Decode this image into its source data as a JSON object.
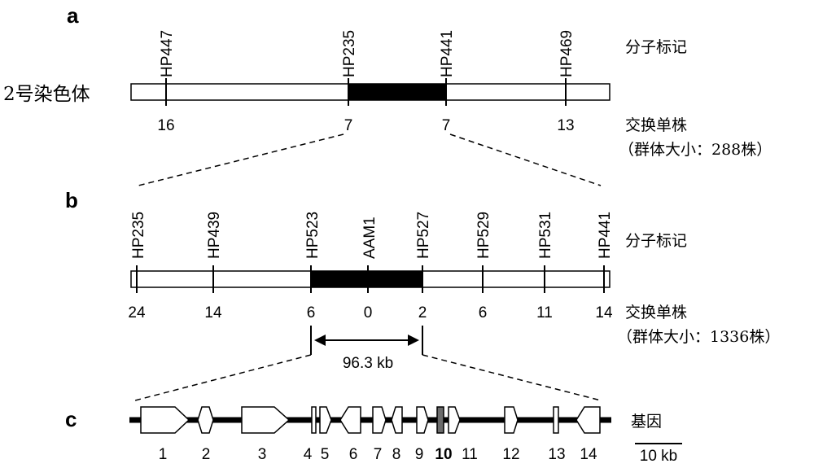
{
  "panel_a": {
    "letter": "a",
    "chromosome_label": "2号染色体",
    "row_marker_label": "分子标记",
    "row_crossover_label": "交换单株",
    "population_label": "（群体大小：288株）",
    "markers": [
      "HP447",
      "HP235",
      "HP441",
      "HP469"
    ],
    "crossovers": [
      "16",
      "7",
      "7",
      "13"
    ]
  },
  "panel_b": {
    "letter": "b",
    "row_marker_label": "分子标记",
    "row_crossover_label": "交换单株",
    "population_label": "（群体大小：1336株）",
    "markers": [
      "HP235",
      "HP439",
      "HP523",
      "AAM1",
      "HP527",
      "HP529",
      "HP531",
      "HP441"
    ],
    "crossovers": [
      "24",
      "14",
      "6",
      "0",
      "2",
      "6",
      "11",
      "14"
    ],
    "interval_label": "96.3 kb"
  },
  "panel_c": {
    "letter": "c",
    "row_label": "基因",
    "gene_numbers": [
      "1",
      "2",
      "3",
      "4",
      "5",
      "6",
      "7",
      "8",
      "9",
      "10",
      "11",
      "12",
      "13",
      "14"
    ],
    "scale_label": "10 kb"
  }
}
